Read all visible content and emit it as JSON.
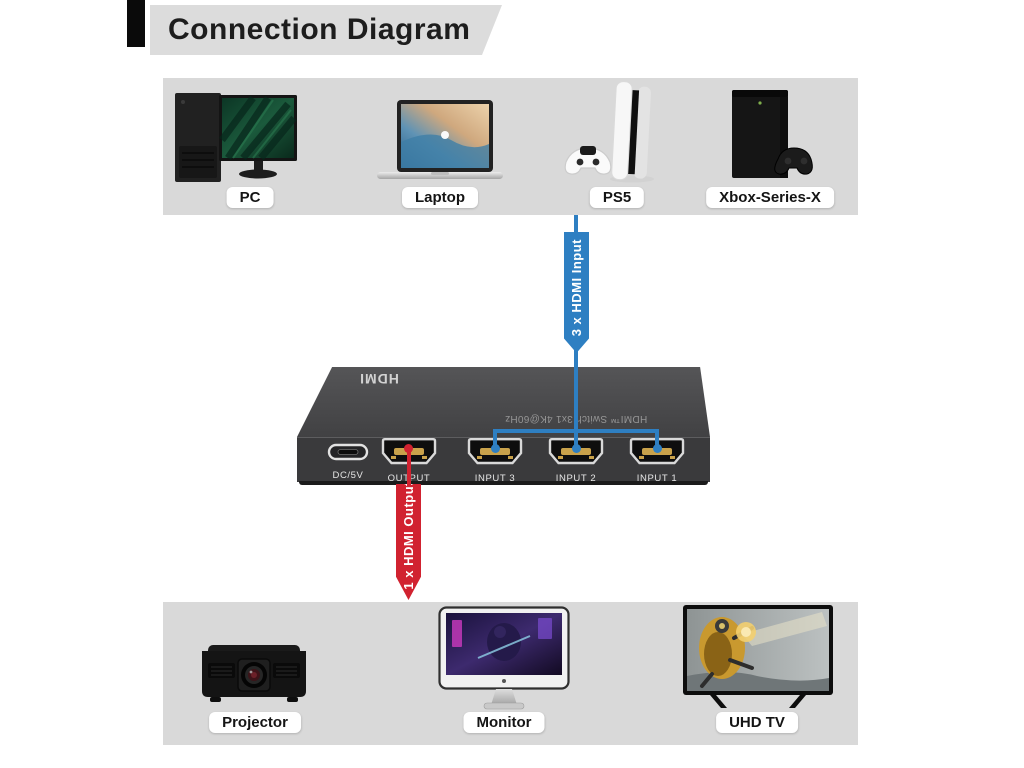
{
  "header": {
    "title": "Connection Diagram"
  },
  "sources": [
    {
      "name": "pc",
      "label": "PC"
    },
    {
      "name": "laptop",
      "label": "Laptop"
    },
    {
      "name": "ps5",
      "label": "PS5"
    },
    {
      "name": "xbox",
      "label": "Xbox-Series-X"
    }
  ],
  "arrows": {
    "input": {
      "label": "3 x HDMI Input",
      "color": "#2e7fc2"
    },
    "output": {
      "label": "1 x HDMI Output",
      "color": "#d12230"
    }
  },
  "switch": {
    "logo": "HDMI",
    "model": "HDMI™ Switch 3x1 4K@60Hz",
    "ports": [
      {
        "label": "DC/5V",
        "type": "usb-c-power"
      },
      {
        "label": "OUTPUT",
        "type": "hdmi"
      },
      {
        "label": "INPUT 3",
        "type": "hdmi"
      },
      {
        "label": "INPUT 2",
        "type": "hdmi"
      },
      {
        "label": "INPUT 1",
        "type": "hdmi"
      }
    ]
  },
  "sinks": [
    {
      "name": "projector",
      "label": "Projector"
    },
    {
      "name": "monitor",
      "label": "Monitor"
    },
    {
      "name": "uhd-tv",
      "label": "UHD TV"
    }
  ],
  "colors": {
    "panel": "#d9d9d9",
    "header_banner": "#dcdcdc",
    "accent_bar": "#0a0a0a",
    "blue": "#2e7fc2",
    "red": "#d12230",
    "switch_top": "#4a4a4c",
    "switch_front": "#3a3a3c",
    "port_gold": "#c9a24b"
  }
}
